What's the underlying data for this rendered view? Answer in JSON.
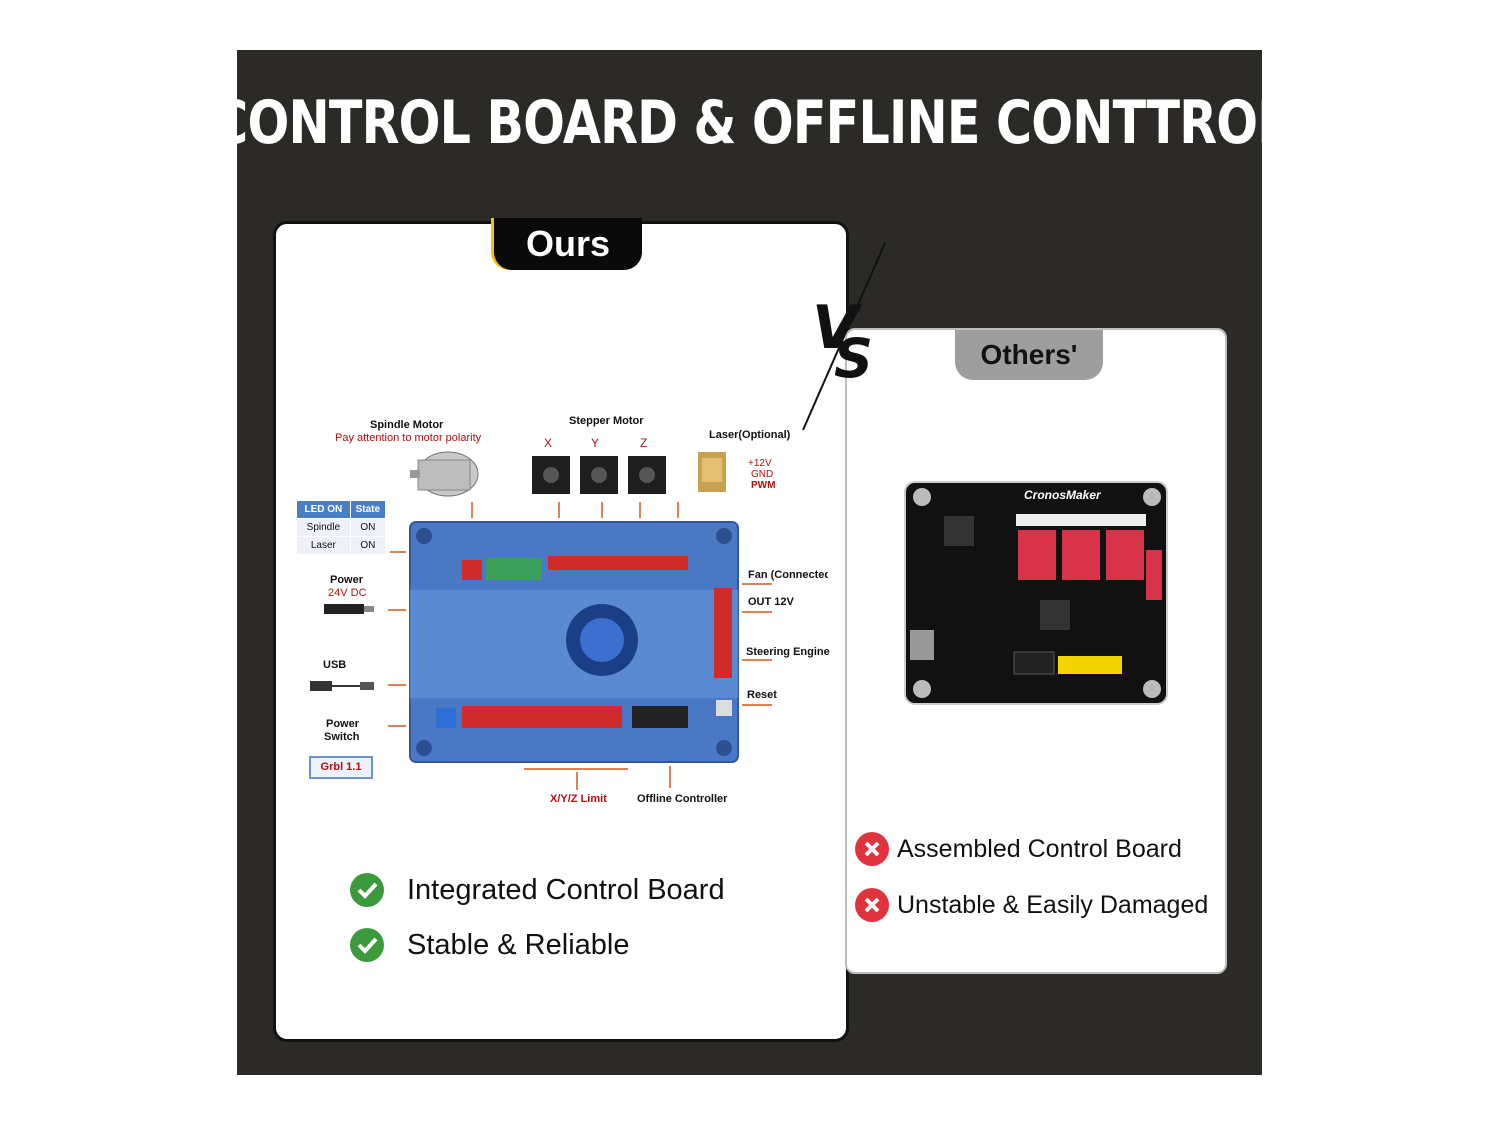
{
  "headline": "CONTROL BOARD & OFFLINE CONTTROL",
  "ours": {
    "tab_label": "Ours",
    "annotations": {
      "spindle_motor": "Spindle Motor",
      "spindle_note": "Pay attention to motor polarity",
      "stepper_motor": "Stepper Motor",
      "axis_x": "X",
      "axis_y": "Y",
      "axis_z": "Z",
      "laser": "Laser(Optional)",
      "laser_pins": [
        "+12V",
        "GND",
        "PWM"
      ],
      "power": "Power",
      "power_spec": "24V DC",
      "usb": "USB",
      "power_switch_line1": "Power",
      "power_switch_line2": "Switch",
      "grbl": "Grbl 1.1",
      "fan": "Fan  (Connected",
      "out12v": "OUT 12V",
      "steering_engine": "Steering Engine",
      "reset": "Reset",
      "limit": "X/Y/Z Limit",
      "offline_controller": "Offline Controller"
    },
    "led_table": {
      "headers": [
        "LED ON",
        "State"
      ],
      "rows": [
        [
          "Spindle",
          "ON"
        ],
        [
          "Laser",
          "ON"
        ]
      ]
    },
    "features": [
      "Integrated  Control Board",
      "Stable & Reliable"
    ]
  },
  "vs_label": "VS",
  "others": {
    "tab_label": "Others'",
    "board_brand": "CronosMaker",
    "features": [
      "Assembled Control Board",
      "Unstable & Easily Damaged"
    ]
  },
  "colors": {
    "panel": "#2c2a27",
    "check": "#3c9a3c",
    "cross": "#e0333d",
    "board_blue": "#4a78c4",
    "connector_red": "#cf2b2b"
  }
}
